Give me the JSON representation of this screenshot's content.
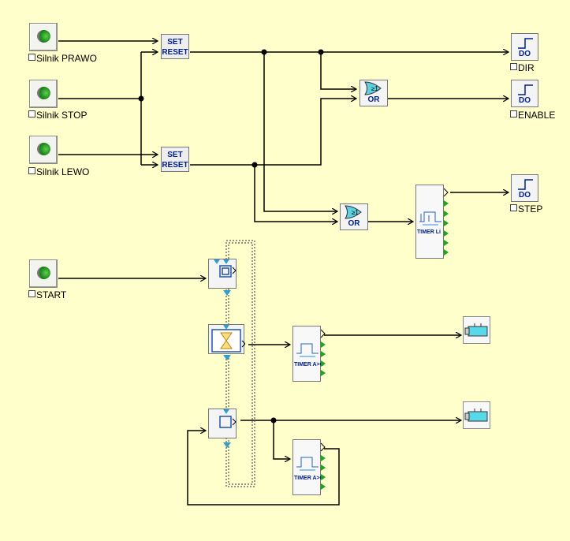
{
  "inputs": [
    {
      "label": "Silnik PRAWO"
    },
    {
      "label": "Silnik STOP"
    },
    {
      "label": "Silnik LEWO"
    },
    {
      "label": "START"
    }
  ],
  "set_reset": {
    "set": "SET",
    "reset": "RESET"
  },
  "gates": {
    "or": "OR",
    "ge1": "≥1"
  },
  "outputs": [
    {
      "type": "DO",
      "label": "DIR"
    },
    {
      "type": "DO",
      "label": "ENABLE"
    },
    {
      "type": "DO",
      "label": "STEP"
    }
  ],
  "timers": {
    "li": "TIMER  Li",
    "ac": "TIMER A>C"
  },
  "colors": {
    "background": "#ffffcc",
    "wire": "#000000",
    "block_text": "#00208c",
    "port": "#1aa81a",
    "step_marker": "#2aa0d6"
  }
}
